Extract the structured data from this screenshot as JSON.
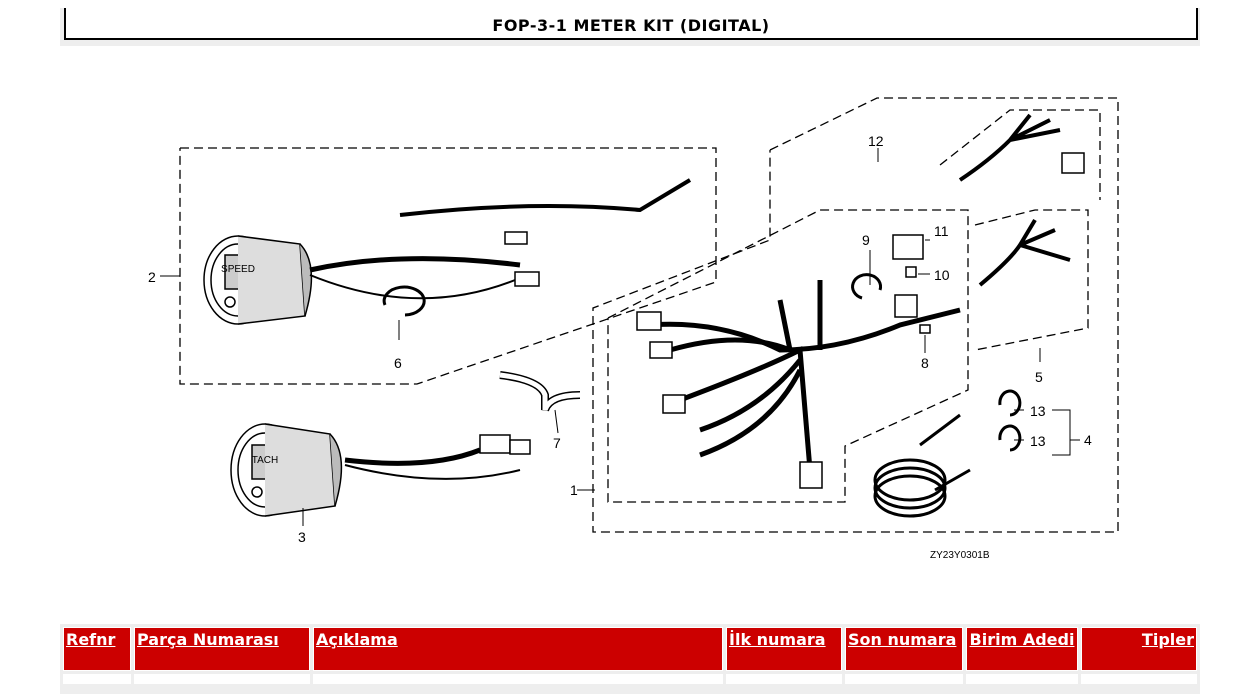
{
  "page": {
    "title": "FOP-3-1 METER KIT (DIGITAL)"
  },
  "diagram": {
    "callouts": [
      "1",
      "2",
      "3",
      "4",
      "5",
      "6",
      "7",
      "8",
      "9",
      "10",
      "11",
      "12",
      "13",
      "13"
    ],
    "code": "ZY23Y0301B",
    "meter_face_text": [
      "SPEED",
      "TACH"
    ]
  },
  "table": {
    "headers": [
      "Refnr",
      "Parça Numarası",
      "Açıklama",
      "İlk numara",
      "Son numara",
      "Birim Adedi",
      "Tipler"
    ]
  }
}
